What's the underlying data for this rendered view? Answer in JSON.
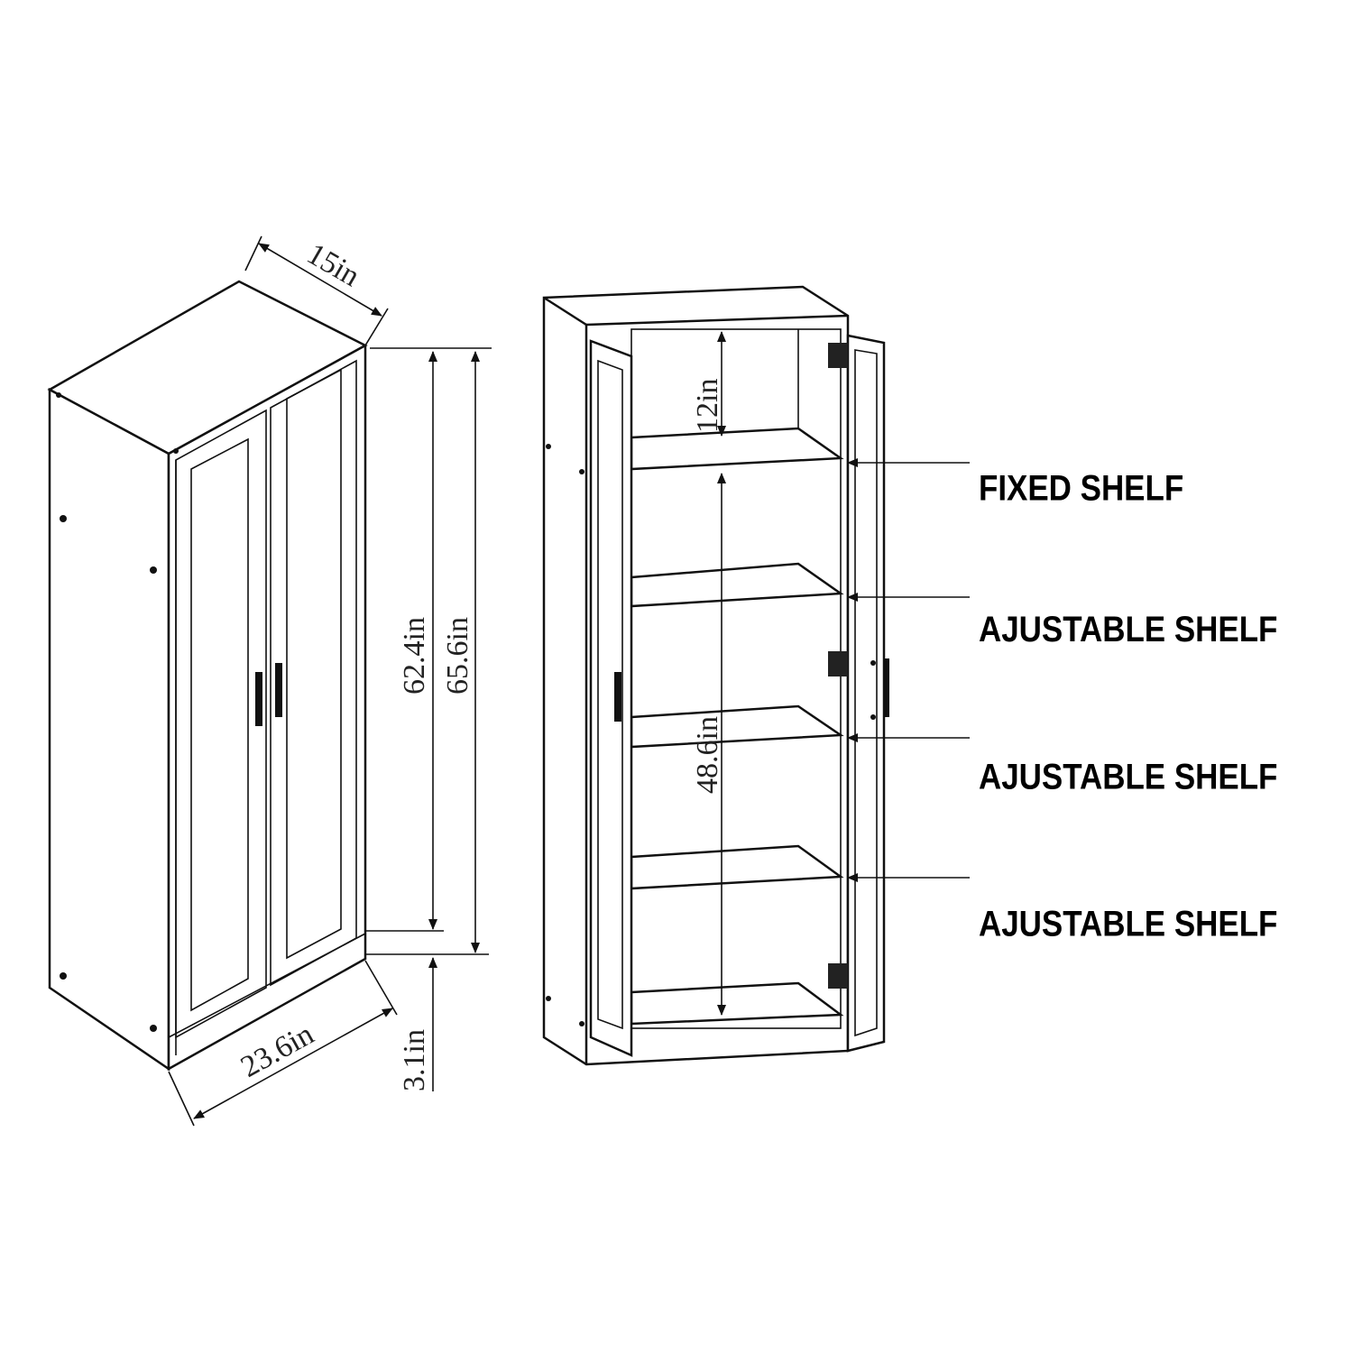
{
  "dimensions": {
    "depth": "15in",
    "body_height": "62.4in",
    "total_height": "65.6in",
    "width": "23.6in",
    "base_height": "3.1in",
    "top_compartment": "12in",
    "lower_compartment": "48.6in"
  },
  "callouts": [
    {
      "label": "FIXED SHELF"
    },
    {
      "label": "AJUSTABLE SHELF"
    },
    {
      "label": "AJUSTABLE SHELF"
    },
    {
      "label": "AJUSTABLE SHELF"
    }
  ],
  "colors": {
    "line": "#111111",
    "background": "#ffffff"
  }
}
